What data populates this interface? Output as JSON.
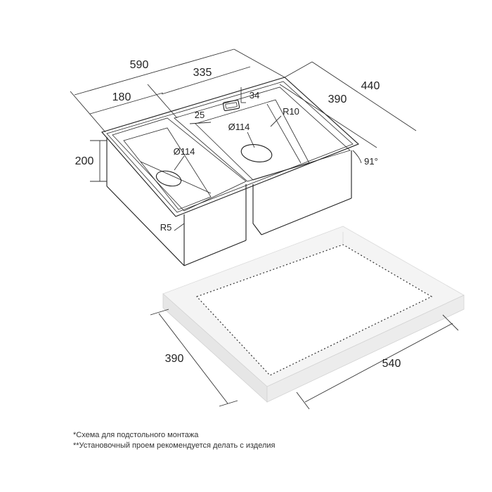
{
  "dimensions": {
    "overall_width": "590",
    "right_bowl_width": "335",
    "left_bowl_width": "180",
    "overall_depth": "440",
    "bowl_depth": "390",
    "bowl_height": "200",
    "overflow_size": "34",
    "offset": "25",
    "corner_radius_top": "R10",
    "corner_radius_bottom": "R5",
    "drain_right": "Ø114",
    "drain_left": "Ø114",
    "wall_angle": "91°",
    "cutout_depth": "390",
    "cutout_width": "540"
  },
  "notes": {
    "note1": "*Схема для подстольного монтажа",
    "note2": "**Установочный проем рекомендуется делать с изделия"
  },
  "colors": {
    "line": "#1e1e1e",
    "countertop_face": "#f4f4f4",
    "countertop_side": "#e6e6e6"
  }
}
